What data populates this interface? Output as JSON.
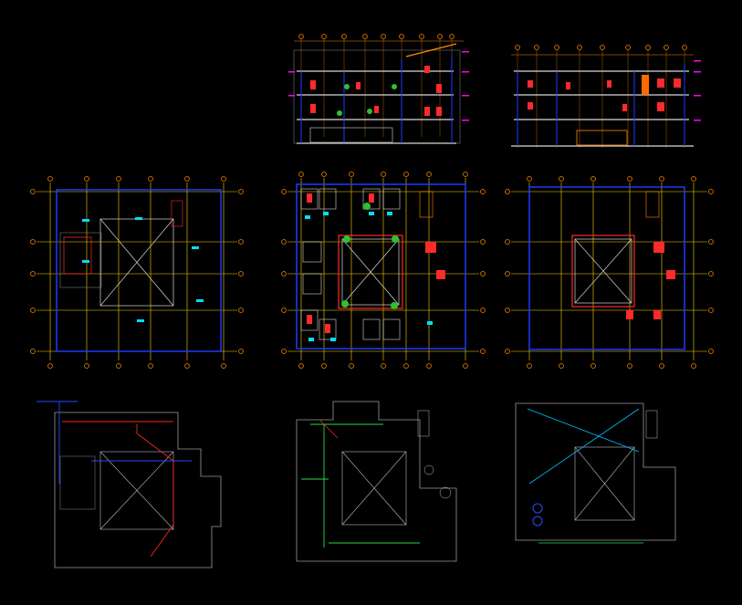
{
  "drawing": {
    "background": "#000000",
    "colors": {
      "gridline": "#ffd400",
      "axis_mark": "#ff8a00",
      "wall": "#1a3cff",
      "structure": "#d8d8d8",
      "furniture": "#ff2a2a",
      "plant": "#2fbf2f",
      "fixture": "#00e0ff",
      "detail_cyan": "#00bfff",
      "elevation_tag": "#ff00ff",
      "service_line_red": "#ff2222",
      "service_line_blue": "#2a4cff",
      "service_line_green": "#22dd44",
      "dim_gray": "#777777"
    },
    "sheets": [
      {
        "id": "section-a",
        "kind": "section"
      },
      {
        "id": "section-b",
        "kind": "section"
      },
      {
        "id": "plan-first-floor",
        "kind": "floor-plan"
      },
      {
        "id": "plan-typical-floor",
        "kind": "floor-plan"
      },
      {
        "id": "plan-roof-floor",
        "kind": "floor-plan"
      },
      {
        "id": "installations-first",
        "kind": "installations-plan"
      },
      {
        "id": "installations-typical",
        "kind": "installations-plan"
      },
      {
        "id": "installations-roof",
        "kind": "installations-plan"
      }
    ]
  }
}
